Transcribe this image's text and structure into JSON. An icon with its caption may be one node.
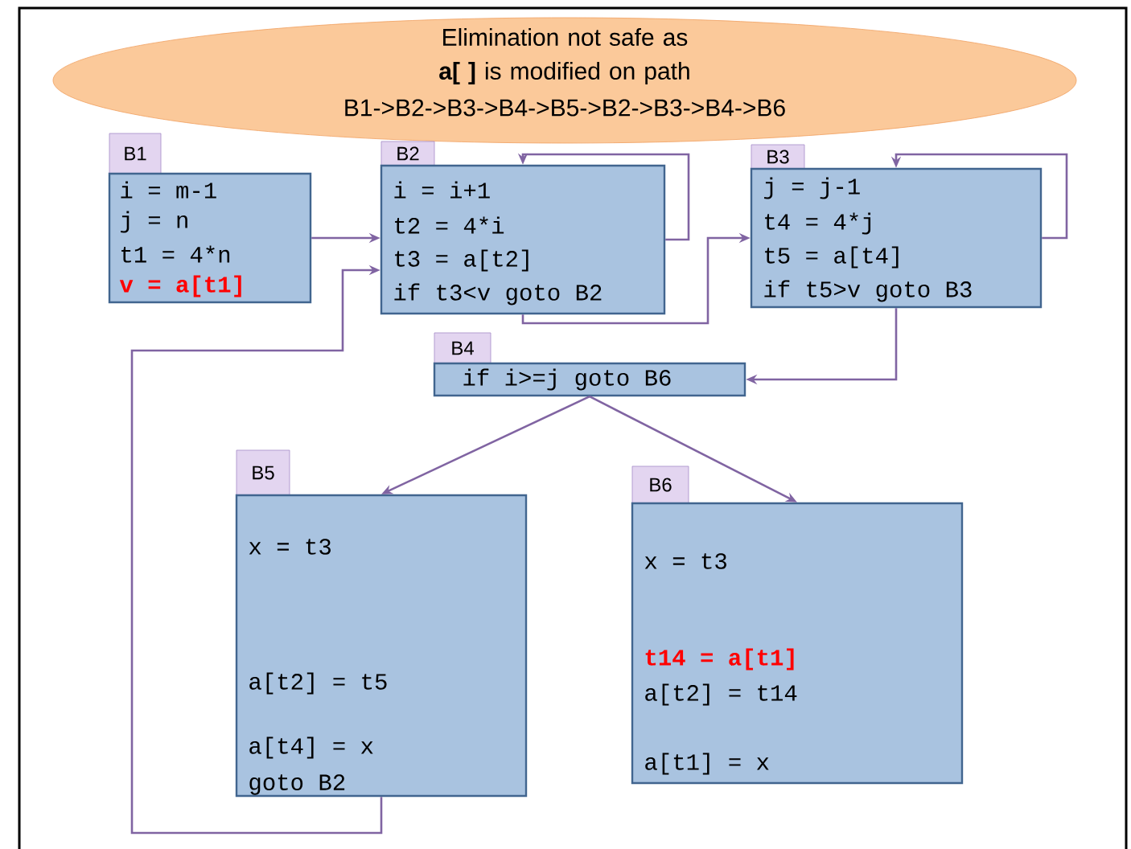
{
  "diagram": {
    "nodes": [
      {
        "text": [
          "Elimination not safe as **a[ ]** is modified on path",
          "B1->B2->B3->B4->B5->B2->B3->B4->B6"
        ]
      },
      {
        "text": [
          "B1",
          "i = m-1",
          "j = n",
          "t1 = 4*n",
          "v = a[t1]"
        ]
      },
      {
        "text": [
          "B2",
          "i = i+1",
          "t2 = 4*i",
          "t3 = a[t2]",
          "if t3<v goto B2"
        ]
      },
      {
        "text": [
          "B3",
          "j = j-1",
          "t4 = 4*j",
          "t5 = a[t4]",
          "if t5>v goto B3"
        ]
      },
      {
        "text": [
          "B4",
          "if i>=j goto B6"
        ]
      },
      {
        "text": [
          "B5",
          "x = t3",
          "a[t2] = t5",
          "a[t4] = x",
          "goto B2"
        ]
      },
      {
        "text": [
          "B6",
          "x = t3",
          "t14 = a[t1]",
          "a[t2] = t14",
          "a[t1] = x"
        ]
      }
    ],
    "edges": [
      {
        "from": 1,
        "to": 2,
        "arrow": "to"
      },
      {
        "from": 2,
        "to": 2,
        "arrow": "to"
      },
      {
        "from": 2,
        "to": 3,
        "arrow": "to"
      },
      {
        "from": 3,
        "to": 3,
        "arrow": "to"
      },
      {
        "from": 3,
        "to": 4,
        "arrow": "to"
      },
      {
        "from": 4,
        "to": 5,
        "arrow": "to"
      },
      {
        "from": 4,
        "to": 6,
        "arrow": "to"
      },
      {
        "from": 5,
        "to": 2,
        "arrow": "to"
      }
    ]
  }
}
